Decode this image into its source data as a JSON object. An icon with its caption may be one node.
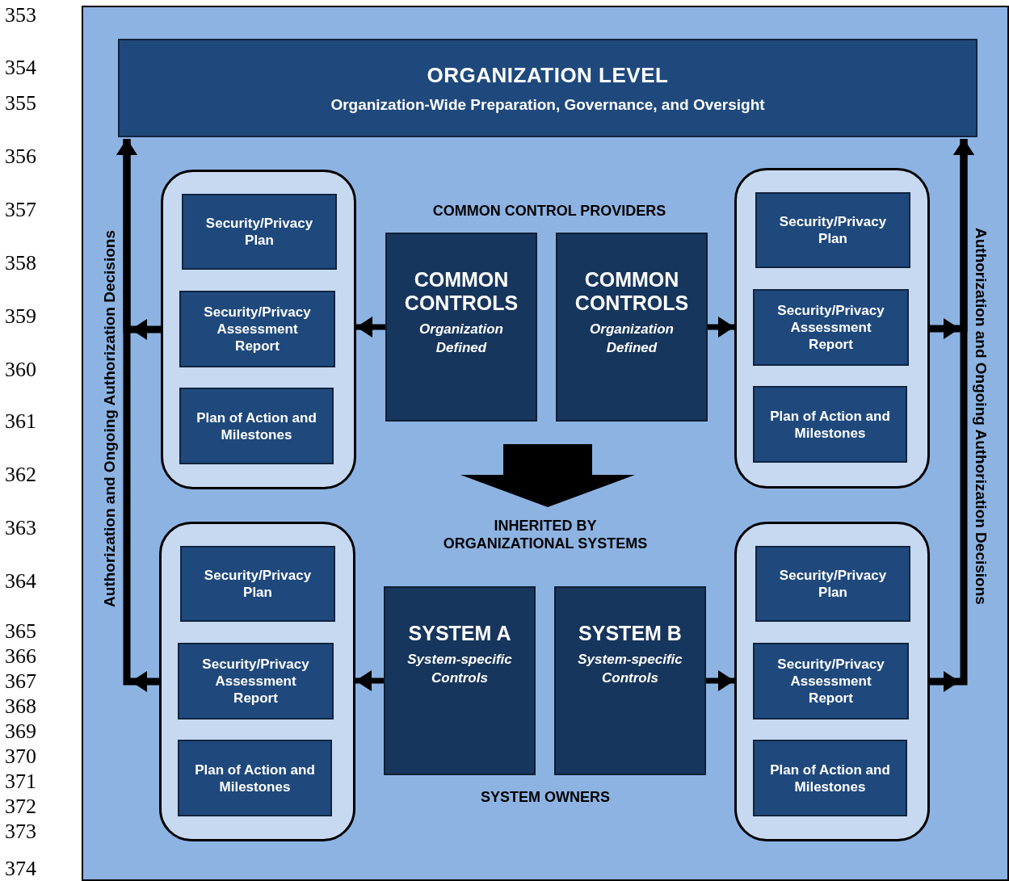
{
  "diagram": {
    "nodes": [
      {
        "text": [
          "ORGANIZATION LEVEL",
          "Organization-Wide Preparation, Governance, and Oversight"
        ]
      },
      {
        "text": [],
        "shape": "box"
      },
      {
        "text": [
          "Security/Privacy Plan"
        ],
        "in": 1
      },
      {
        "text": [
          "Security/Privacy Assessment Report"
        ],
        "in": 1
      },
      {
        "text": [
          "Plan of Action and Milestones"
        ],
        "in": 1
      },
      {
        "text": [
          "COMMON CONTROLS",
          "Organization Defined"
        ]
      },
      {
        "text": [
          "COMMON CONTROLS",
          "Organization Defined"
        ]
      },
      {
        "text": [],
        "shape": "box"
      },
      {
        "text": [
          "Security/Privacy Plan"
        ],
        "in": 7
      },
      {
        "text": [
          "Security/Privacy Assessment Report"
        ],
        "in": 7
      },
      {
        "text": [
          "Plan of Action and Milestones"
        ],
        "in": 7
      },
      {
        "text": [],
        "shape": "box"
      },
      {
        "text": [
          "Security/Privacy Plan"
        ],
        "in": 11
      },
      {
        "text": [
          "Security/Privacy Assessment Report"
        ],
        "in": 11
      },
      {
        "text": [
          "Plan of Action and Milestones"
        ],
        "in": 11
      },
      {
        "text": [
          "SYSTEM A",
          "System-specific Controls"
        ]
      },
      {
        "text": [
          "SYSTEM B",
          "System-specific Controls"
        ]
      },
      {
        "text": [],
        "shape": "box"
      },
      {
        "text": [
          "Security/Privacy Plan"
        ],
        "in": 17
      },
      {
        "text": [
          "Security/Privacy Assessment Report"
        ],
        "in": 17
      },
      {
        "text": [
          "Plan of Action and Milestones"
        ],
        "in": 17
      }
    ],
    "edges": [
      {
        "from": 5,
        "to": 1,
        "arrow": "to"
      },
      {
        "from": 6,
        "to": 7,
        "arrow": "to"
      },
      {
        "from": 15,
        "to": 11,
        "arrow": "to"
      },
      {
        "from": 16,
        "to": 17,
        "arrow": "to"
      },
      {
        "from": 1,
        "to": 0,
        "arrow": "to",
        "label": "Authorization and Ongoing Authorization Decisions"
      },
      {
        "from": 11,
        "to": 0,
        "arrow": "to"
      },
      {
        "from": 7,
        "to": 0,
        "arrow": "to",
        "label": "Authorization and Ongoing Authorization Decisions"
      },
      {
        "from": 17,
        "to": 0,
        "arrow": "to"
      }
    ],
    "labels": [
      "353",
      "354",
      "355",
      "356",
      "357",
      "358",
      "359",
      "360",
      "361",
      "362",
      "363",
      "364",
      "365",
      "366",
      "367",
      "368",
      "369",
      "370",
      "371",
      "372",
      "373",
      "374",
      "COMMON CONTROL PROVIDERS",
      "INHERITED BY ORGANIZATIONAL SYSTEMS",
      "SYSTEM OWNERS"
    ]
  }
}
